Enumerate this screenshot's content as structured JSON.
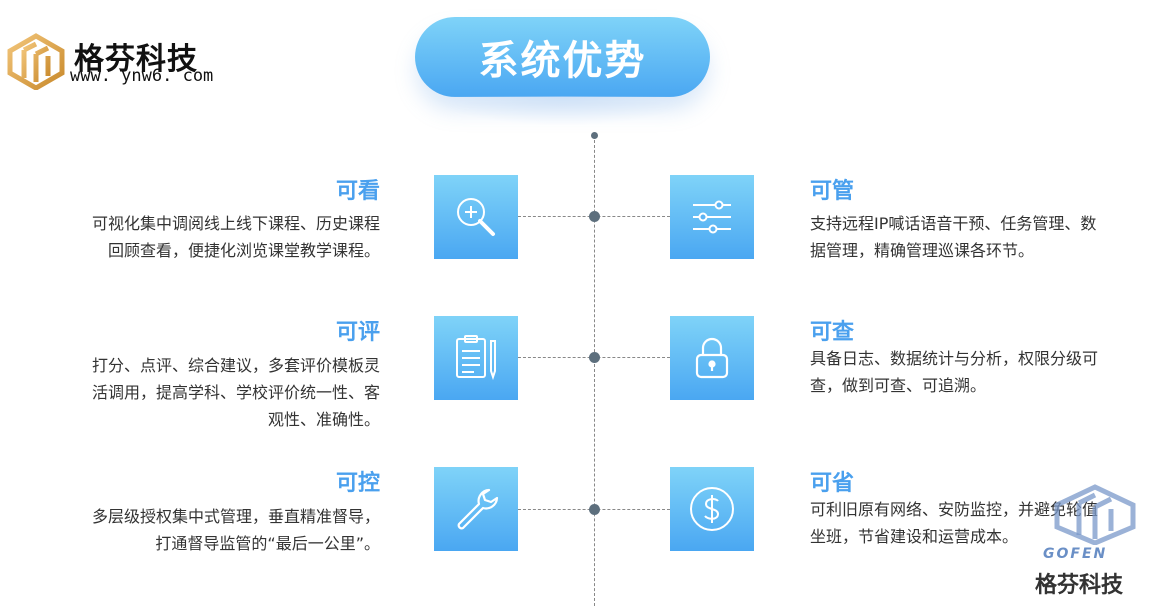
{
  "brand": {
    "name": "格芬科技",
    "url": "www. ynw6. com"
  },
  "title": "系统优势",
  "features_left": [
    {
      "title": "可看",
      "desc": [
        "可视化集中调阅线上线下课程、历史课程",
        "回顾查看，便捷化浏览课堂教学课程。"
      ],
      "icon": "magnifier-plus-icon"
    },
    {
      "title": "可评",
      "desc": [
        "打分、点评、综合建议，多套评价模板灵",
        "活调用，提高学科、学校评价统一性、客",
        "观性、准确性。"
      ],
      "icon": "clipboard-pen-icon"
    },
    {
      "title": "可控",
      "desc": [
        "多层级授权集中式管理，垂直精准督导，",
        "打通督导监管的“最后一公里”。"
      ],
      "icon": "wrench-icon"
    }
  ],
  "features_right": [
    {
      "title": "可管",
      "desc": [
        "支持远程IP喊话语音干预、任务管理、数",
        "据管理，精确管理巡课各环节。"
      ],
      "icon": "sliders-icon"
    },
    {
      "title": "可查",
      "desc": [
        "具备日志、数据统计与分析，权限分级可",
        "查，做到可查、可追溯。"
      ],
      "icon": "padlock-icon"
    },
    {
      "title": "可省",
      "desc": [
        "可利旧原有网络、安防监控，并避免轮值",
        "坐班，节省建设和运营成本。"
      ],
      "icon": "dollar-coin-icon"
    }
  ],
  "watermark": {
    "en": "GOFEN",
    "cn": "格芬科技"
  },
  "colors": {
    "accent": "#4aa0ee",
    "gradient_top": "#7fd3f8",
    "gradient_bottom": "#4aa7f2",
    "text": "#333333",
    "node": "#5d6f7d"
  }
}
